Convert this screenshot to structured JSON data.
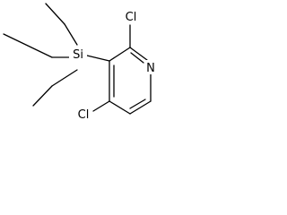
{
  "molecule": {
    "atoms": {
      "chlorine_2": "Cl",
      "chlorine_4": "Cl",
      "nitrogen": "N",
      "silicon": "Si"
    }
  }
}
